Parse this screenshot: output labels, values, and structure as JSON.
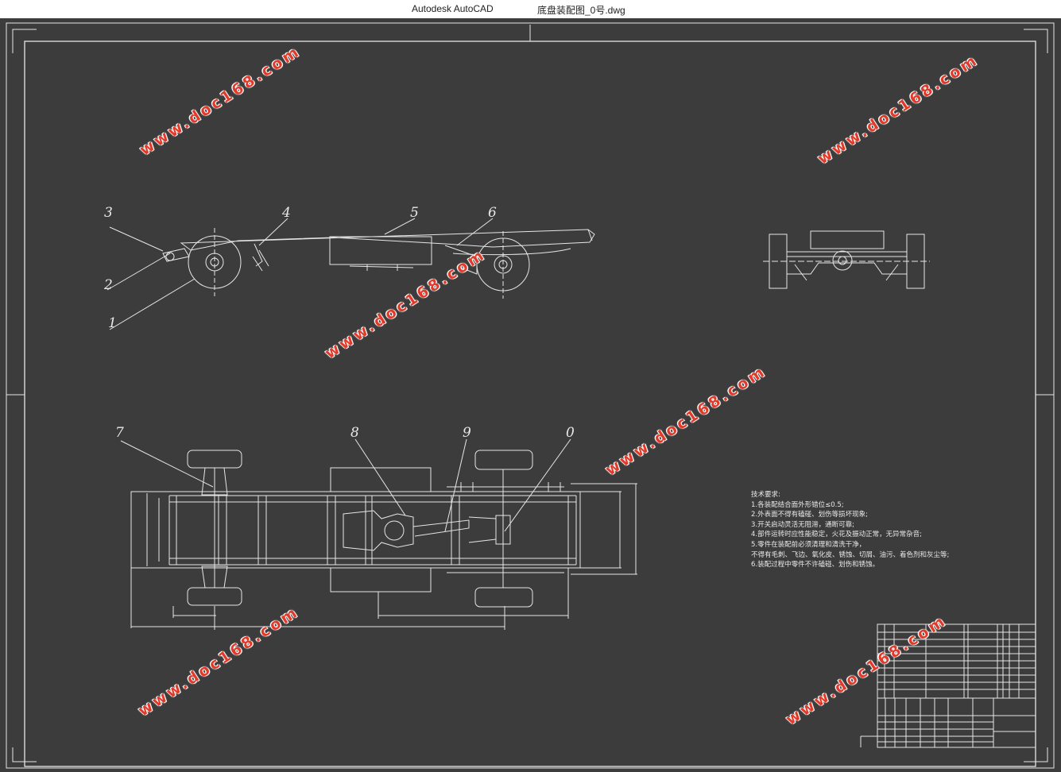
{
  "window": {
    "app_title": "Autodesk AutoCAD",
    "document_title": "底盘装配图_0号.dwg"
  },
  "watermark": {
    "text": "www.doc168.com"
  },
  "part_labels": [
    "3",
    "2",
    "1",
    "4",
    "5",
    "6",
    "7",
    "8",
    "9",
    "0"
  ],
  "technical_requirements": {
    "heading": "技术要求:",
    "items": [
      "1.各装配结合面外形错位≤0.5;",
      "2.外表面不得有磕碰、划伤等损坏现象;",
      "3.开关启动灵活无阻滞，通断可靠;",
      "4.部件运转时应性能稳定，火花及振动正常，无异常杂音;",
      "5.零件在装配前必须清理和清洗干净，",
      "不得有毛刺、飞边、氧化皮、锈蚀、切屑、油污、着色剂和灰尘等;",
      "6.装配过程中零件不许磕碰、划伤和锈蚀。"
    ]
  },
  "colors": {
    "background": "#3c3c3c",
    "line": "#e6e6e6",
    "watermark": "#e23a2a",
    "titlebar": "#ffffff"
  }
}
